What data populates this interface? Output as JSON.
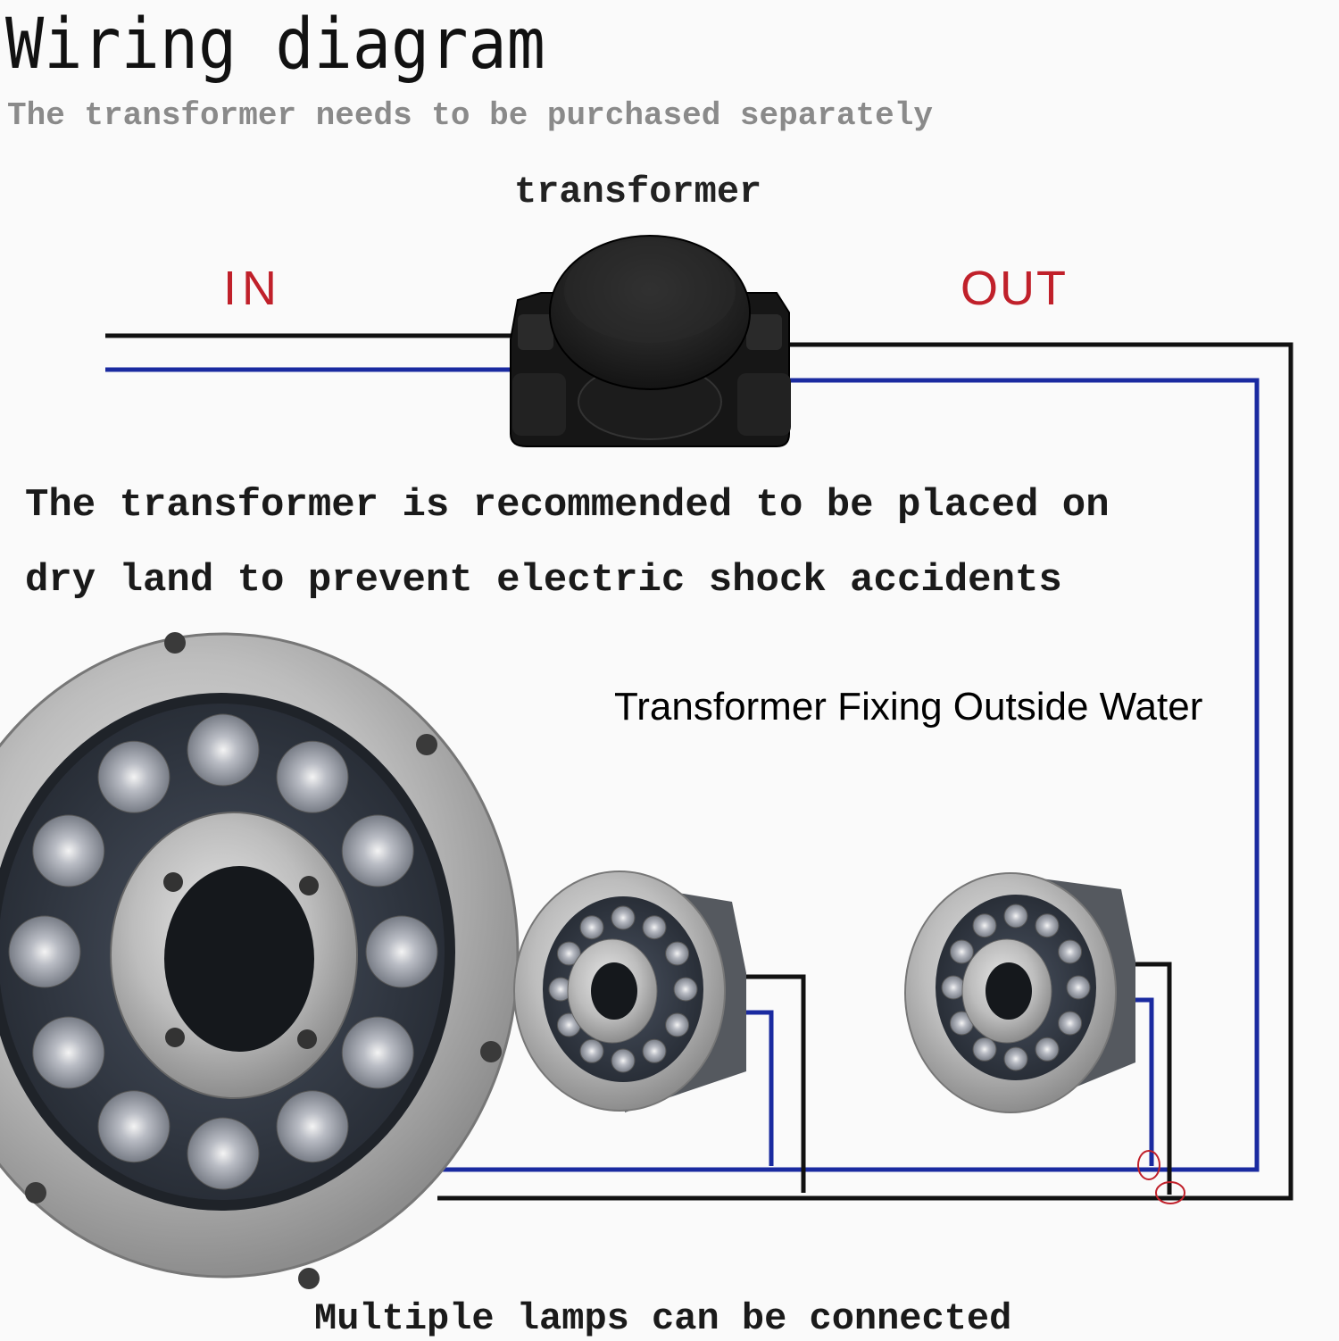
{
  "diagram": {
    "title": "Wiring diagram",
    "subtitle": "The transformer needs to be purchased separately",
    "transformer_label": "transformer",
    "input_label": "IN",
    "output_label": "OUT",
    "note_lines": [
      "The transformer is recommended to be placed on",
      "dry land to prevent electric shock accidents"
    ],
    "caption": "Transformer Fixing Outside Water",
    "footer": "Multiple lamps can be connected"
  },
  "colors": {
    "background": "#fafafa",
    "wire_black": "#111111",
    "wire_blue": "#1a2aa0",
    "label_red": "#c0202a",
    "subtitle_gray": "#8a8a8a",
    "lamp_steel": "#b8b8b8",
    "lamp_face": "#2e3440"
  },
  "components": [
    {
      "name": "transformer",
      "icon": "transformer-box-icon"
    },
    {
      "name": "fountain-light-large",
      "icon": "led-ring-light-icon",
      "led_count": 12
    },
    {
      "name": "fountain-light-small-1",
      "icon": "led-ring-light-icon",
      "led_count": 12
    },
    {
      "name": "fountain-light-small-2",
      "icon": "led-ring-light-icon",
      "led_count": 12
    }
  ]
}
